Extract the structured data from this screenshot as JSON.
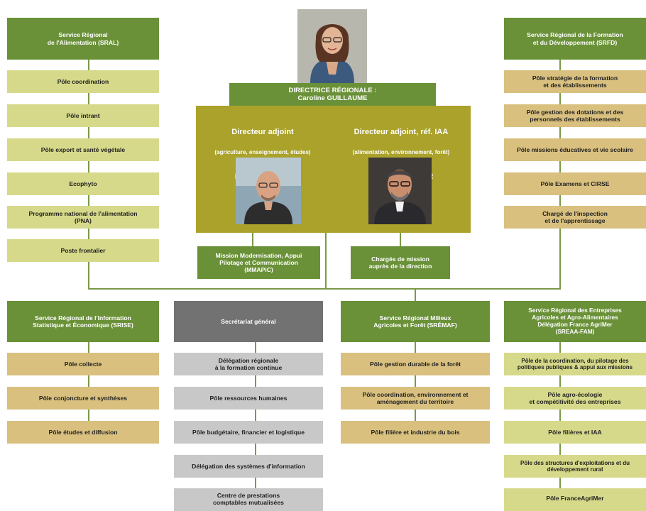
{
  "director": {
    "title": "DIRECTRICE RÉGIONALE :",
    "name": "Caroline GUILLAUME",
    "photo_icon": "director-portrait"
  },
  "deputies": {
    "left": {
      "title": "Directeur adjoint",
      "scope": "(agriculture, enseignement, études)",
      "name": "Ludovic GENET",
      "photo_icon": "deputy-portrait-1"
    },
    "right": {
      "title": "Directeur adjoint, réf. IAA",
      "scope": "(alimentation, environnement, forêt)",
      "name": "Paul MENNECIER",
      "photo_icon": "deputy-portrait-2"
    }
  },
  "missions": {
    "mmapic": "Mission Modernisation, Appui\nPilotage et Communication\n(MMAPiC)",
    "charges": "Chargés de mission\nauprès de la direction"
  },
  "sral": {
    "head": "Service Régional\nde l'Alimentation (SRAL)",
    "items": [
      "Pôle coordination",
      "Pôle intrant",
      "Pôle export et santé végétale",
      "Ecophyto",
      "Programme national de l'alimentation\n(PNA)",
      "Poste frontalier"
    ]
  },
  "srfd": {
    "head": "Service Régional de la Formation\net du Développement (SRFD)",
    "items": [
      "Pôle stratégie de la formation\net des établissements",
      "Pôle gestion des dotations et des\npersonnels des établissements",
      "Pôle missions éducatives et vie scolaire",
      "Pôle Examens et CIRSE",
      "Chargé de l'inspection\net de l'apprentissage"
    ]
  },
  "srise": {
    "head": "Service Régional de l'Information\nStatistique et Économique (SRISE)",
    "items": [
      "Pôle collecte",
      "Pôle conjoncture et synthèses",
      "Pôle études et diffusion"
    ]
  },
  "sg": {
    "head": "Secrétariat général",
    "items": [
      "Délégation régionale\nà la formation continue",
      "Pôle ressources humaines",
      "Pôle budgétaire, financier et logistique",
      "Délégation des systèmes d'information",
      "Centre de prestations\ncomptables mutualisées"
    ]
  },
  "sremaf": {
    "head": "Service Régional Milieux\nAgricoles et Forêt (SRÉMAF)",
    "items": [
      "Pôle gestion durable de la forêt",
      "Pôle coordination, environnement et\naménagement du territoire",
      "Pôle filière et industrie du bois"
    ]
  },
  "sreaa": {
    "head": "Service Régional des Entreprises\nAgricoles et Agro-Alimentaires\nDélégation France AgriMer\n(SREAA-FAM)",
    "items": [
      "Pôle de la coordination, du pilotage des\npolitiques publiques & appui aux missions",
      "Pôle agro-écologie\net compétitivité des entreprises",
      "Pôle filières et IAA",
      "Pôle des structures d'exploitations et du\ndéveloppement rural",
      "Pôle FranceAgriMer"
    ]
  },
  "colors": {
    "head_green": "#6a9138",
    "light_green": "#d6d98a",
    "tan": "#d9c07f",
    "gray": "#c8c8c8",
    "dark_gray": "#727272",
    "deputy_panel": "#aaa22a"
  }
}
